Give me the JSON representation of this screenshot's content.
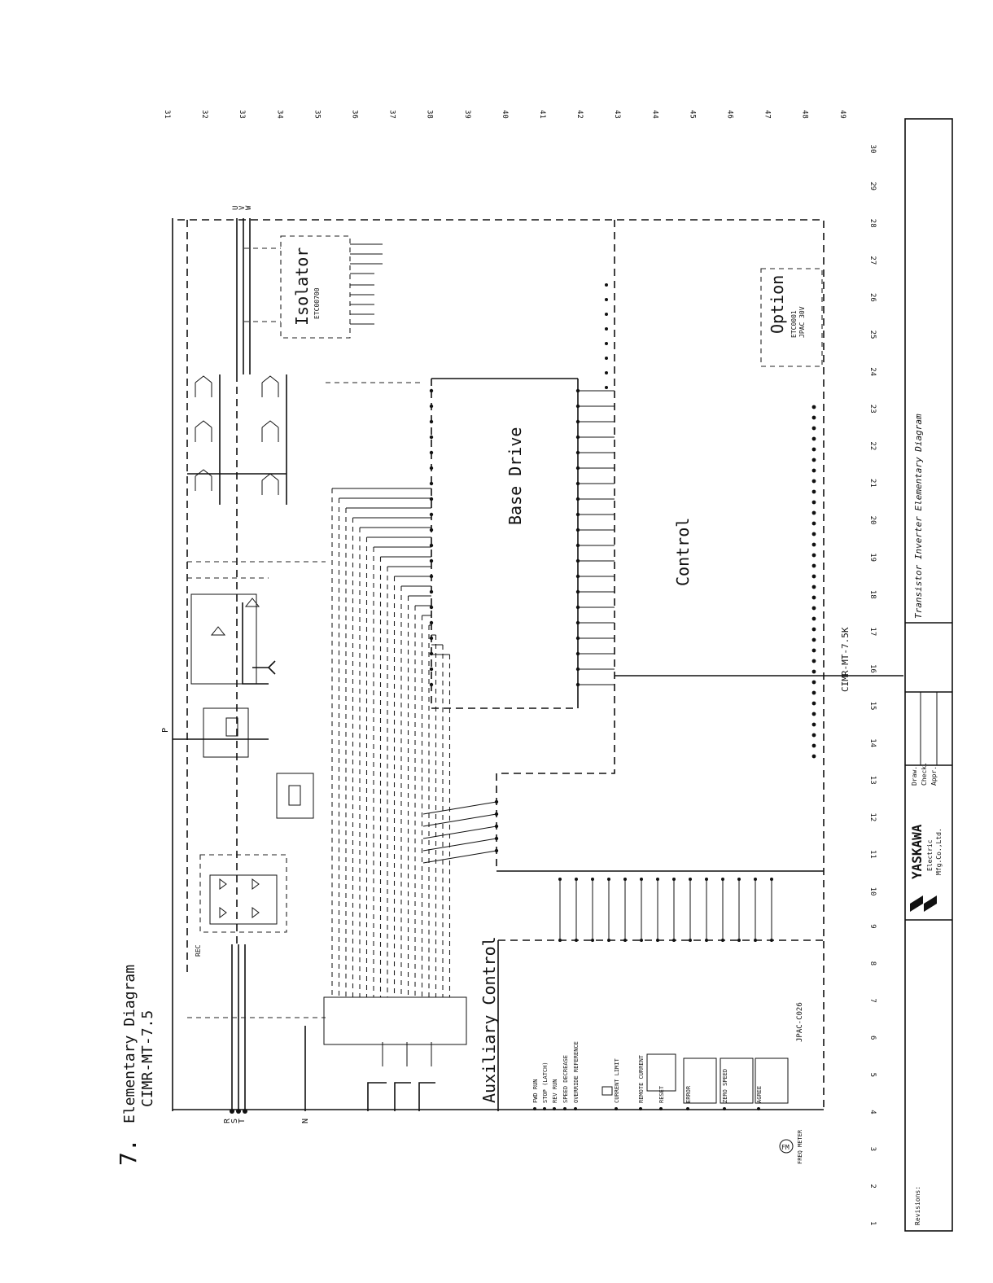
{
  "section_number": "7.",
  "title_line1": "Elementary Diagram",
  "title_line2": "CIMR-MT-7.5",
  "blocks": {
    "isolator": "Isolator",
    "isolator_part": "ETC00700",
    "option": "Option",
    "option_part1": "ETC0001",
    "option_part2": "JPAC 30V",
    "base_drive": "Base Drive",
    "control": "Control",
    "aux_control": "Auxiliary Control",
    "model_label": "CIMR-MT-7.5K",
    "jpac_label": "JPAC-C026"
  },
  "terminals": {
    "input": [
      "R",
      "S",
      "T"
    ],
    "output": [
      "U",
      "V",
      "W"
    ],
    "neutral": "N",
    "positive": "P"
  },
  "aux_signals": [
    "FWD RUN",
    "STOP (LATCH)",
    "REV RUN",
    "SPEED DECREASE",
    "OVERRIDE REFERENCE",
    "CURRENT LIMIT",
    "REMOTE CURRENT",
    "RESET",
    "ERROR",
    "ZERO SPEED",
    "AGREE"
  ],
  "meter_label": "FREQ METER",
  "columns": [
    "1",
    "2",
    "3",
    "4",
    "5",
    "6",
    "7",
    "8",
    "9",
    "10",
    "11",
    "12",
    "13",
    "14",
    "15",
    "16",
    "17",
    "18",
    "19",
    "20",
    "21",
    "22",
    "23",
    "24",
    "25",
    "26",
    "27",
    "28",
    "29",
    "30"
  ],
  "rows": [
    "31",
    "32",
    "33",
    "34",
    "35",
    "36",
    "37",
    "38",
    "39",
    "40",
    "41",
    "42",
    "43",
    "44",
    "45",
    "46",
    "47",
    "48",
    "49"
  ],
  "title_block": {
    "company": "YASKAWA",
    "company_sub1": "Electric",
    "company_sub2": "Mfg.Co.,Ltd.",
    "drawn_label": "Draw.",
    "checked_label": "Check.",
    "approved_label": "Appr.",
    "drawing_title": "Transistor Inverter Elementary Diagram",
    "revisions_label": "Revisions:"
  }
}
